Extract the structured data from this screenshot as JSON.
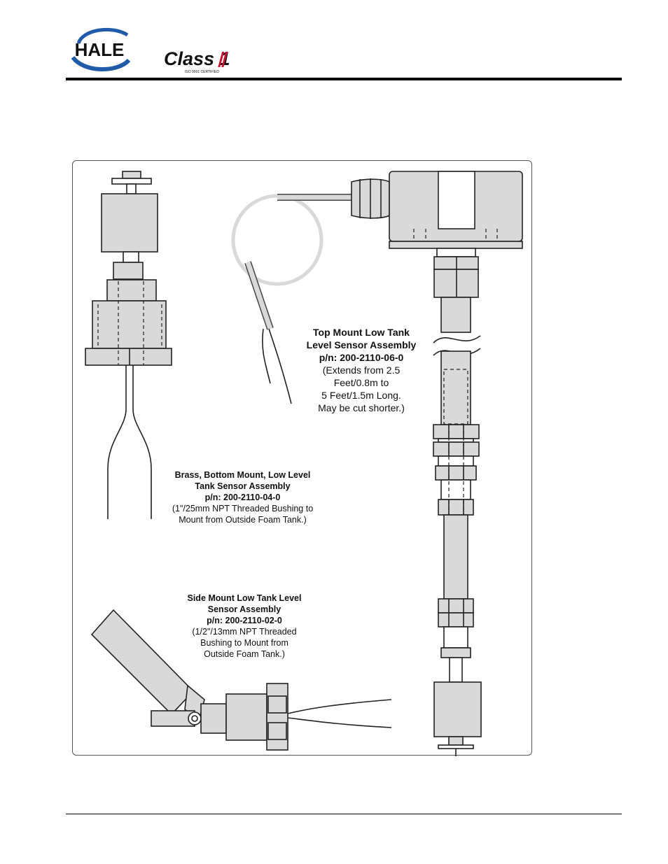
{
  "header": {
    "logo_left_text": "HALE",
    "logo_right_text": "Class 1",
    "logo_right_subtext": "ISO 9001 CERTIFIED"
  },
  "captions": {
    "top_mount": {
      "title_line1": "Top Mount Low Tank",
      "title_line2": "Level Sensor Assembly",
      "part_number": "p/n: 200-2110-06-0",
      "note_line1": "(Extends from 2.5",
      "note_line2": "Feet/0.8m to",
      "note_line3": "5 Feet/1.5m Long.",
      "note_line4": "May be cut shorter.)"
    },
    "bottom_mount": {
      "title_line1": "Brass, Bottom Mount, Low Level",
      "title_line2": "Tank Sensor Assembly",
      "part_number": "p/n: 200-2110-04-0",
      "note_line1": "(1\"/25mm NPT Threaded Bushing to",
      "note_line2": "Mount from Outside Foam Tank.)"
    },
    "side_mount": {
      "title_line1": "Side Mount Low Tank Level",
      "title_line2": "Sensor Assembly",
      "part_number": "p/n: 200-2110-02-0",
      "note_line1": "(1/2\"/13mm NPT Threaded",
      "note_line2": "Bushing to Mount from",
      "note_line3": "Outside Foam Tank.)"
    }
  },
  "colors": {
    "brand_blue": "#1f5ba8",
    "brand_red": "#c8102e",
    "part_fill": "#d9d9d9",
    "line": "#222222"
  }
}
